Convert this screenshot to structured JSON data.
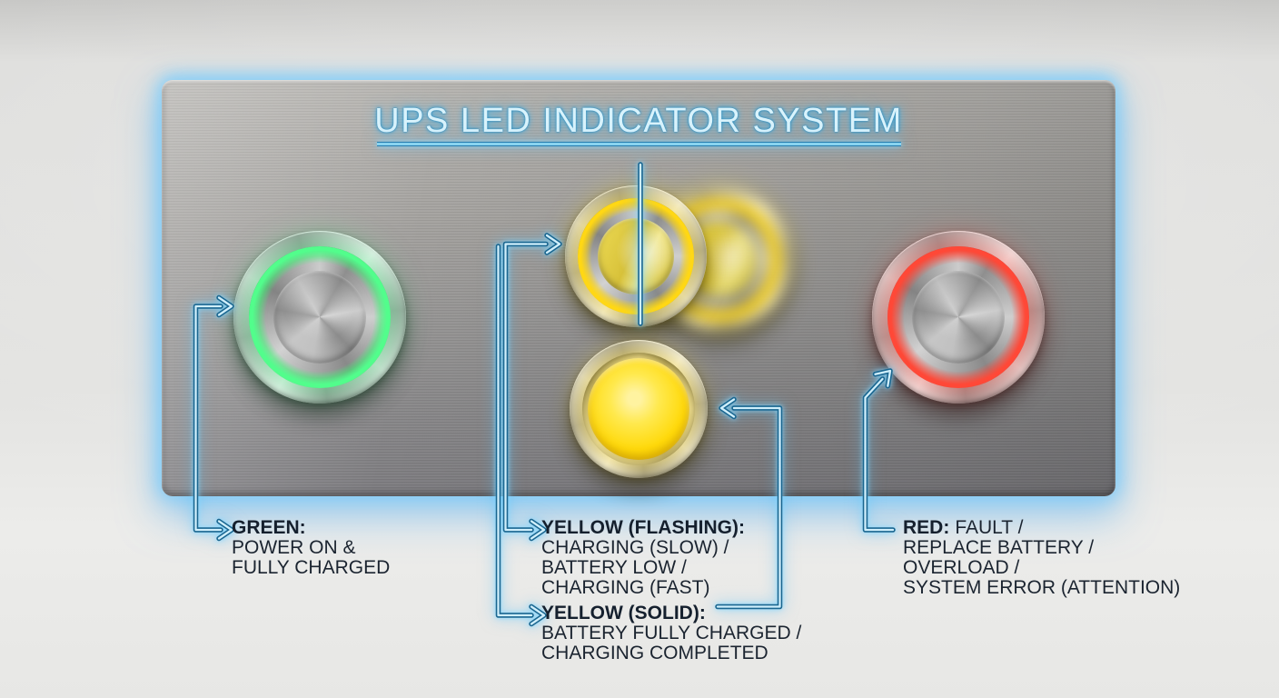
{
  "title": "UPS LED INDICATOR SYSTEM",
  "colors": {
    "accent_line_light": "#cfeffc",
    "accent_line_dark": "#1a6690",
    "title_text": "#d9f3fc",
    "label_text": "#1b2430",
    "green_led": "#55ff8e",
    "yellow_led": "#ffd816",
    "red_led": "#ff4a38",
    "panel_glow": "#7dd0fc"
  },
  "indicators": {
    "green": {
      "heading": "GREEN:",
      "lines": [
        "POWER ON &",
        "FULLY CHARGED"
      ]
    },
    "yellow_flashing": {
      "heading": "YELLOW (FLASHING):",
      "lines": [
        "CHARGING (SLOW) /",
        "BATTERY LOW /",
        "CHARGING (FAST)"
      ]
    },
    "yellow_solid": {
      "heading": "YELLOW (SOLID):",
      "lines": [
        "BATTERY FULLY CHARGED /",
        "CHARGING COMPLETED"
      ]
    },
    "red": {
      "heading": "RED:",
      "inline": "FAULT /",
      "lines": [
        "REPLACE BATTERY /",
        "OVERLOAD /",
        "SYSTEM ERROR (ATTENTION)"
      ]
    }
  }
}
